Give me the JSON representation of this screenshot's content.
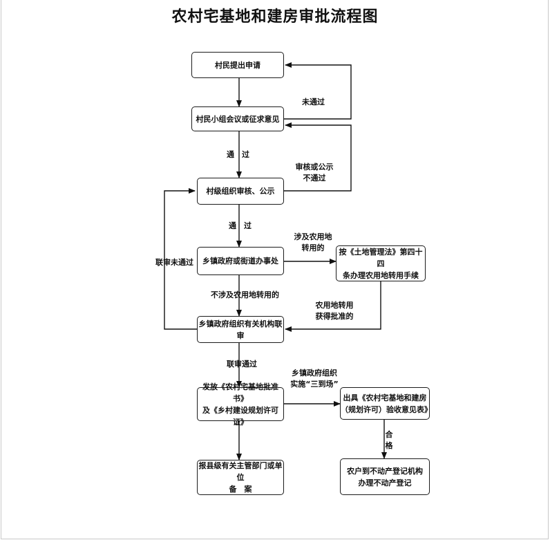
{
  "title": "农村宅基地和建房审批流程图",
  "nodes": {
    "apply": "村民提出申请",
    "group_meeting": "村民小组会议或征求意见",
    "village_review": "村级组织审核、公示",
    "township": "乡镇政府或街道办事处",
    "land_law": [
      "按《土地管理法》第四十四",
      "条办理农用地转用手续"
    ],
    "joint_review": "乡镇政府组织有关机构联审",
    "issue_permit": [
      "发放《农村宅基地批准书》",
      "及《乡村建设规划许可证》"
    ],
    "acceptance": [
      "出具《农村宅基地和建房",
      "（规划许可）验收意见表》"
    ],
    "county_record": [
      "报县级有关主管部门或单位",
      "备　案"
    ],
    "property_register": [
      "农户到不动产登记机构",
      "办理不动产登记"
    ]
  },
  "edges": {
    "not_passed": "未通过",
    "pass_1": "通　过",
    "review_fail": [
      "审核或公示",
      "不通过"
    ],
    "pass_2": "通　过",
    "involves_farmland": [
      "涉及农用地",
      "转用的"
    ],
    "joint_fail": "联审未通过",
    "no_farmland": "不涉及农用地转用的",
    "farmland_approved": [
      "农用地转用",
      "获得批准的"
    ],
    "joint_pass": "联审通过",
    "three_visits": [
      "乡镇政府组织",
      "实施“三到场”"
    ],
    "qualified": [
      "合",
      "格"
    ]
  }
}
